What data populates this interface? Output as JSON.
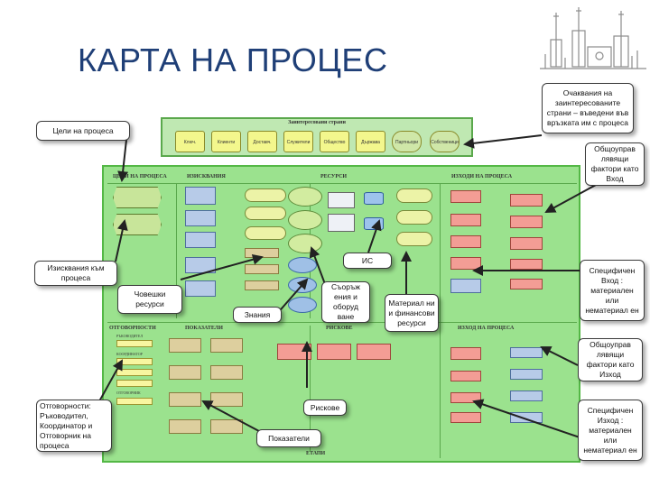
{
  "title": "КАРТА НА ПРОЦЕС",
  "colors": {
    "title": "#1f3f77",
    "map_background": "#9be28e",
    "map_border": "#54b846",
    "callout_border": "#3b3b3b"
  },
  "map": {
    "top_title": "Заинтересовани страни",
    "top_items": [
      "Ключ.",
      "Клиенти",
      "Доставч.",
      "Служители",
      "Общество",
      "Държава",
      "Партньори",
      "Собственици"
    ],
    "sub_title": "",
    "sections": {
      "goals": "ЦЕЛИ НА ПРОЦЕСА",
      "requirements": "ИЗИСКВАНИЯ",
      "resources": "РЕСУРСИ",
      "outputs": "ИЗХОДИ НА ПРОЦЕСА",
      "responsibilities": "ОТГОВОРНОСТИ",
      "indicators": "ПОКАЗАТЕЛИ",
      "risks": "РИСКОВЕ",
      "process_outputs": "ИЗХОД НА ПРОЦЕСА",
      "steps": "ЕТАПИ"
    },
    "roles": [
      "РЪКОВОДИТЕЛ",
      "КООРДИНАТОР",
      "ОТГОВОРНИК"
    ]
  },
  "callouts": {
    "process_goals": "Цели на процеса",
    "stakeholder_expectations": "Очаквания на заинтересованите страни – въведени във връзката им с процеса",
    "general_input_factors": "Общоуправ лявящи фактори като Вход",
    "process_requirements": "Изисквания към процеса",
    "specific_input": "Специфичен Вход : материален или нематериал ен",
    "human_resources": "Човешки ресурси",
    "knowledge": "Знания",
    "facilities": "Съоръж ения и оборуд ване",
    "is": "ИС",
    "material_financial": "Материал ни и финансови ресурси",
    "general_output_factors": "Общоуправ лявящи фактори като Изход",
    "responsibilities": "Отговорности: Ръководител, Координатор и Отговорник на процеса",
    "risks": "Рискове",
    "indicators": "Показатели",
    "specific_output": "Специфичен Изход : материален или нематериал ен"
  }
}
